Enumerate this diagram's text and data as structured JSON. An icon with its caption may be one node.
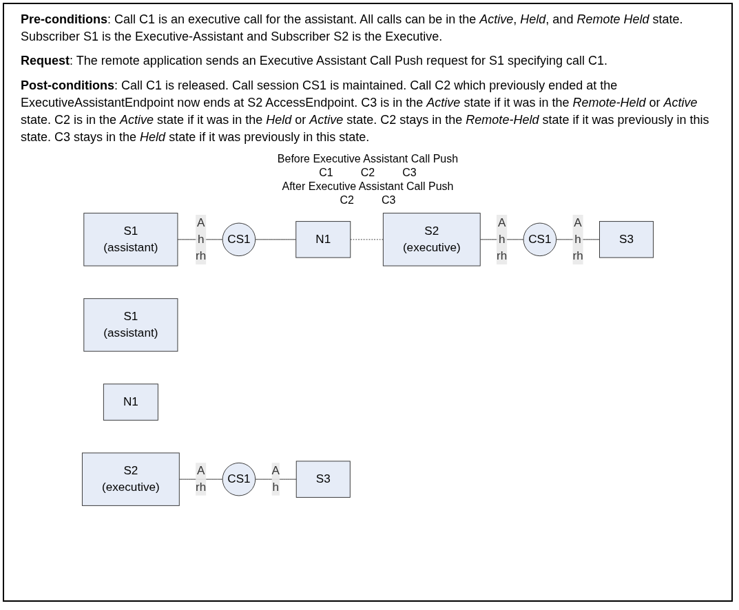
{
  "diagram": {
    "nodes": [
      {
        "text": [
          "S1",
          "(assistant)"
        ]
      },
      {
        "text": [
          "CS1"
        ]
      },
      {
        "text": [
          "N1"
        ]
      },
      {
        "text": [
          "S2",
          "(executive)"
        ]
      },
      {
        "text": [
          "CS1"
        ]
      },
      {
        "text": [
          "S3"
        ]
      },
      {
        "text": [
          "S1",
          "(assistant)"
        ]
      },
      {
        "text": [
          "N1"
        ]
      },
      {
        "text": [
          "S2",
          "(executive)"
        ]
      },
      {
        "text": [
          "CS1"
        ]
      },
      {
        "text": [
          "S3"
        ]
      }
    ],
    "edges": [
      {
        "from": 0,
        "to": 1,
        "arrow": "none",
        "label": "A h rh"
      },
      {
        "from": 1,
        "to": 2,
        "arrow": "none"
      },
      {
        "from": 2,
        "to": 3,
        "arrow": "none",
        "style": "dashed"
      },
      {
        "from": 3,
        "to": 4,
        "arrow": "none",
        "label": "A h rh"
      },
      {
        "from": 4,
        "to": 5,
        "arrow": "none",
        "label": "A h rh"
      },
      {
        "from": 8,
        "to": 9,
        "arrow": "none",
        "label": "A rh"
      },
      {
        "from": 9,
        "to": 10,
        "arrow": "none",
        "label": "A h"
      }
    ],
    "labels": [
      "**Pre-conditions**:  Call C1 is an executive call for the assistant.  All calls can be in the *Active*, *Held*, and *Remote Held* state.  Subscriber S1 is the Executive-Assistant and Subscriber S2 is the Executive.",
      "**Request**:  The remote application sends an Executive Assistant Call Push request for S1 specifying call C1.",
      "**Post-conditions**:  Call C1 is released.  Call session CS1 is maintained.  Call C2 which previously ended at the ExecutiveAssistantEndpoint now ends at S2 AccessEndpoint.  C3 is in the *Active* state if it was in the *Remote-Held* or *Active* state.  C2 is in the *Active* state if it was in the *Held* or *Active* state.  C2 stays in the *Remote-Held* state if it was previously in this state.  C3 stays in the *Held* state if it was previously in this state.",
      "Before Executive Assistant Call Push",
      "C1",
      "C2",
      "C3",
      "After Executive Assistant Call Push",
      "C2",
      "C3"
    ]
  }
}
